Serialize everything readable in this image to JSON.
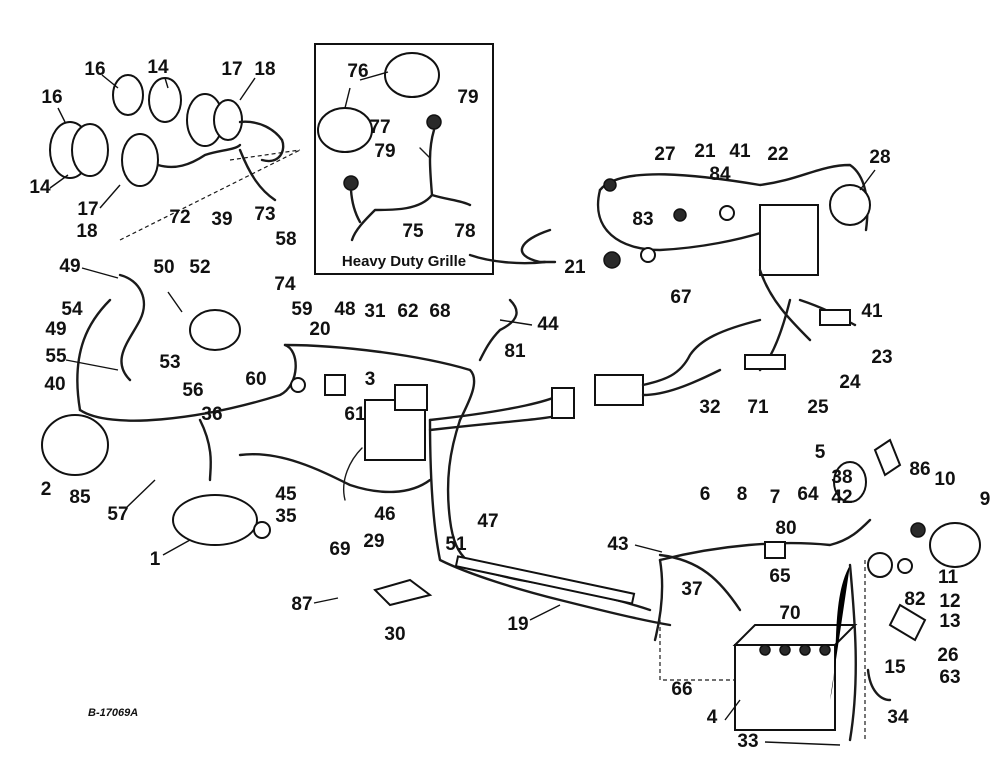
{
  "inset": {
    "caption": "Heavy Duty Grille"
  },
  "drawing_code": "B-17069A",
  "callouts": [
    {
      "id": "c16a",
      "text": "16"
    },
    {
      "id": "c16b",
      "text": "16"
    },
    {
      "id": "c14a",
      "text": "14"
    },
    {
      "id": "c17a",
      "text": "17"
    },
    {
      "id": "c18a",
      "text": "18"
    },
    {
      "id": "c14b",
      "text": "14"
    },
    {
      "id": "c17b",
      "text": "17"
    },
    {
      "id": "c18b",
      "text": "18"
    },
    {
      "id": "c72",
      "text": "72"
    },
    {
      "id": "c39",
      "text": "39"
    },
    {
      "id": "c73",
      "text": "73"
    },
    {
      "id": "c58",
      "text": "58"
    },
    {
      "id": "c76",
      "text": "76"
    },
    {
      "id": "c79a",
      "text": "79"
    },
    {
      "id": "c77",
      "text": "77"
    },
    {
      "id": "c79b",
      "text": "79"
    },
    {
      "id": "c75",
      "text": "75"
    },
    {
      "id": "c78",
      "text": "78"
    },
    {
      "id": "c27",
      "text": "27"
    },
    {
      "id": "c21a",
      "text": "21"
    },
    {
      "id": "c84",
      "text": "84"
    },
    {
      "id": "c41a",
      "text": "41"
    },
    {
      "id": "c22",
      "text": "22"
    },
    {
      "id": "c28",
      "text": "28"
    },
    {
      "id": "c83",
      "text": "83"
    },
    {
      "id": "c21b",
      "text": "21"
    },
    {
      "id": "c41b",
      "text": "41"
    },
    {
      "id": "c67",
      "text": "67"
    },
    {
      "id": "c44",
      "text": "44"
    },
    {
      "id": "c23",
      "text": "23"
    },
    {
      "id": "c24",
      "text": "24"
    },
    {
      "id": "c71",
      "text": "71"
    },
    {
      "id": "c25",
      "text": "25"
    },
    {
      "id": "c32",
      "text": "32"
    },
    {
      "id": "c49a",
      "text": "49"
    },
    {
      "id": "c50",
      "text": "50"
    },
    {
      "id": "c52",
      "text": "52"
    },
    {
      "id": "c54",
      "text": "54"
    },
    {
      "id": "c74",
      "text": "74"
    },
    {
      "id": "c59",
      "text": "59"
    },
    {
      "id": "c48",
      "text": "48"
    },
    {
      "id": "c31",
      "text": "31"
    },
    {
      "id": "c62",
      "text": "62"
    },
    {
      "id": "c68",
      "text": "68"
    },
    {
      "id": "c20",
      "text": "20"
    },
    {
      "id": "c81",
      "text": "81"
    },
    {
      "id": "c49b",
      "text": "49"
    },
    {
      "id": "c53",
      "text": "53"
    },
    {
      "id": "c55",
      "text": "55"
    },
    {
      "id": "c60",
      "text": "60"
    },
    {
      "id": "c3",
      "text": "3"
    },
    {
      "id": "c56",
      "text": "56"
    },
    {
      "id": "c61",
      "text": "61"
    },
    {
      "id": "c40",
      "text": "40"
    },
    {
      "id": "c36",
      "text": "36"
    },
    {
      "id": "c2",
      "text": "2"
    },
    {
      "id": "c85",
      "text": "85"
    },
    {
      "id": "c57",
      "text": "57"
    },
    {
      "id": "c45",
      "text": "45"
    },
    {
      "id": "c35",
      "text": "35"
    },
    {
      "id": "c46",
      "text": "46"
    },
    {
      "id": "c47",
      "text": "47"
    },
    {
      "id": "c51",
      "text": "51"
    },
    {
      "id": "c1",
      "text": "1"
    },
    {
      "id": "c29",
      "text": "29"
    },
    {
      "id": "c69",
      "text": "69"
    },
    {
      "id": "c87",
      "text": "87"
    },
    {
      "id": "c30",
      "text": "30"
    },
    {
      "id": "c19",
      "text": "19"
    },
    {
      "id": "c43",
      "text": "43"
    },
    {
      "id": "c5",
      "text": "5"
    },
    {
      "id": "c86",
      "text": "86"
    },
    {
      "id": "c38",
      "text": "38"
    },
    {
      "id": "c10",
      "text": "10"
    },
    {
      "id": "c9",
      "text": "9"
    },
    {
      "id": "c6",
      "text": "6"
    },
    {
      "id": "c8",
      "text": "8"
    },
    {
      "id": "c7",
      "text": "7"
    },
    {
      "id": "c64",
      "text": "64"
    },
    {
      "id": "c42",
      "text": "42"
    },
    {
      "id": "c80",
      "text": "80"
    },
    {
      "id": "c37",
      "text": "37"
    },
    {
      "id": "c65",
      "text": "65"
    },
    {
      "id": "c11",
      "text": "11"
    },
    {
      "id": "c12",
      "text": "12"
    },
    {
      "id": "c70",
      "text": "70"
    },
    {
      "id": "c82",
      "text": "82"
    },
    {
      "id": "c13",
      "text": "13"
    },
    {
      "id": "c26",
      "text": "26"
    },
    {
      "id": "c63",
      "text": "63"
    },
    {
      "id": "c15",
      "text": "15"
    },
    {
      "id": "c66",
      "text": "66"
    },
    {
      "id": "c4",
      "text": "4"
    },
    {
      "id": "c34",
      "text": "34"
    },
    {
      "id": "c33",
      "text": "33"
    }
  ]
}
